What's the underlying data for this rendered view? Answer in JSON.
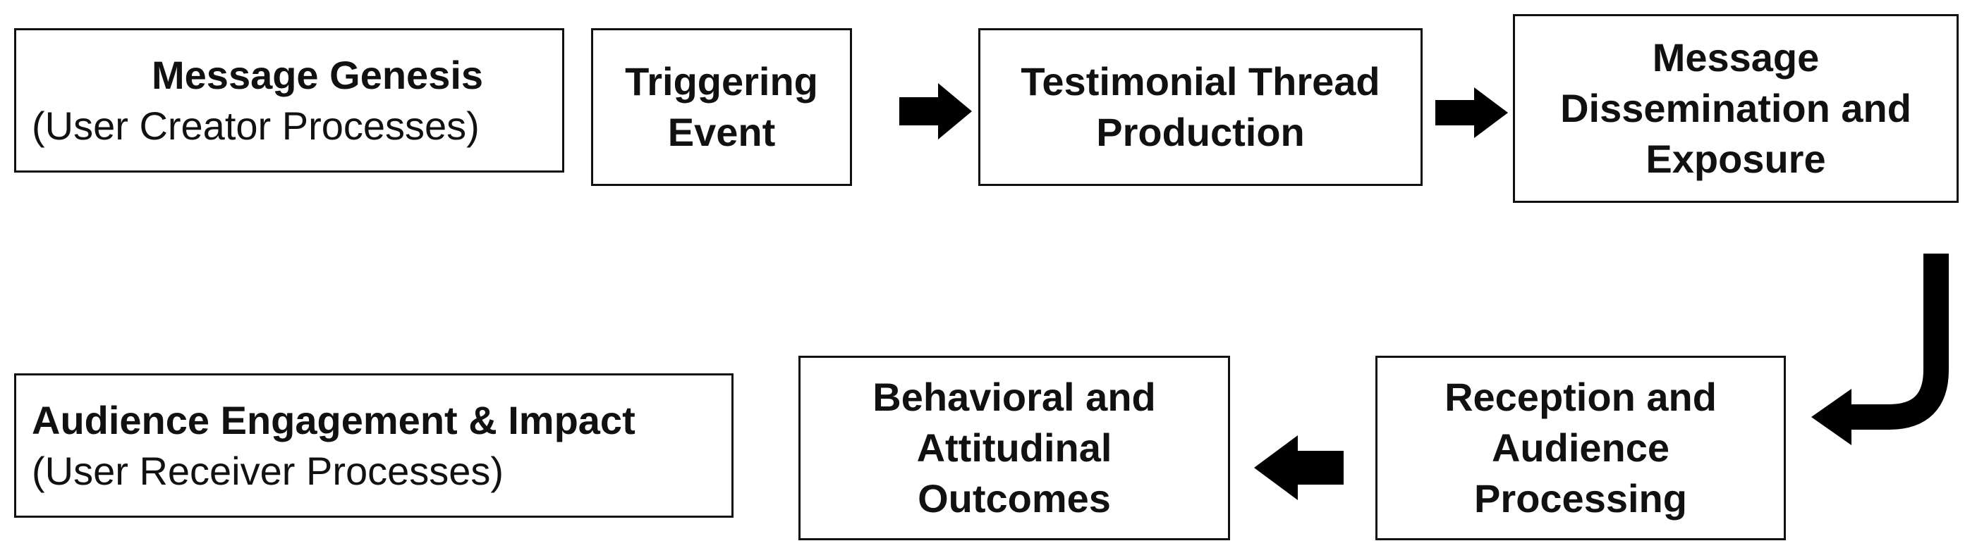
{
  "boxes": {
    "message_genesis": {
      "title": "Message Genesis",
      "subtitle": "(User Creator Processes)"
    },
    "triggering_event": {
      "lines": [
        "Triggering",
        "Event"
      ]
    },
    "testimonial_thread": {
      "lines": [
        "Testimonial Thread",
        "Production"
      ]
    },
    "dissemination": {
      "lines": [
        "Message",
        "Dissemination and",
        "Exposure"
      ]
    },
    "reception": {
      "lines": [
        "Reception and",
        "Audience",
        "Processing"
      ]
    },
    "outcomes": {
      "lines": [
        "Behavioral and",
        "Attitudinal",
        "Outcomes"
      ]
    },
    "audience_engagement": {
      "title": "Audience Engagement & Impact",
      "subtitle": "(User Receiver Processes)"
    }
  }
}
